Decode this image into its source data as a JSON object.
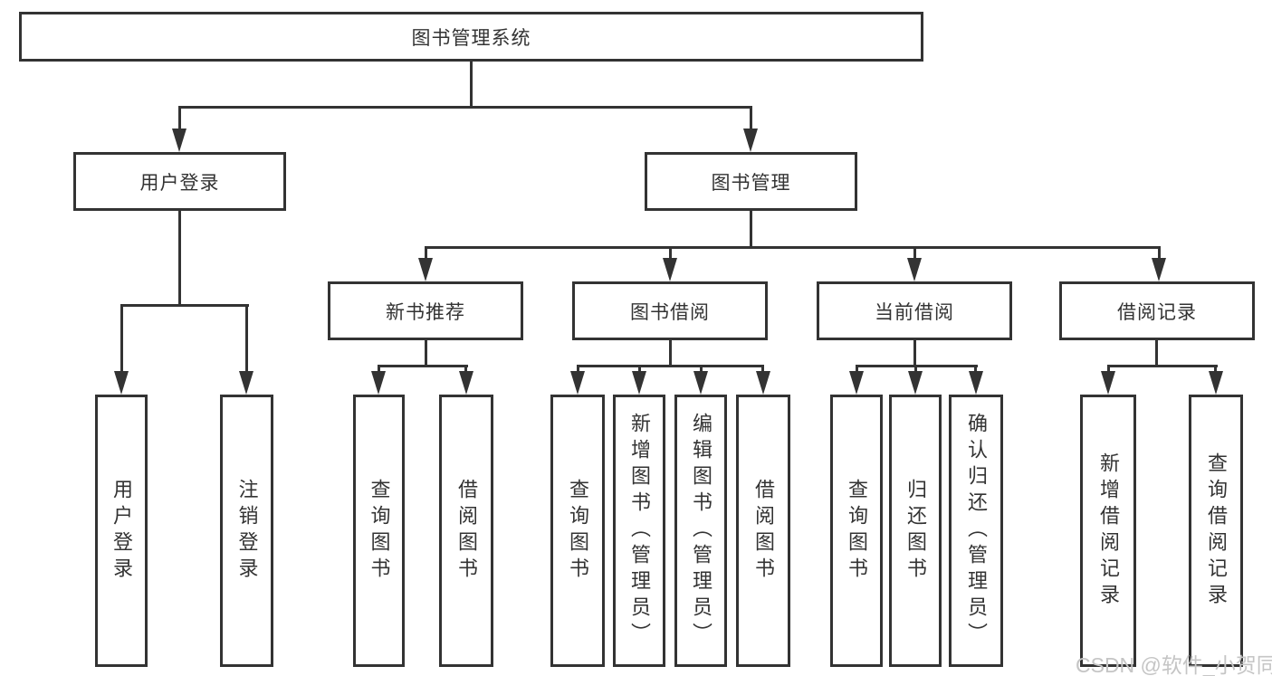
{
  "tree": {
    "root": {
      "label": "图书管理系统"
    },
    "branches": [
      {
        "label": "用户登录",
        "leaves": [
          "用户登录",
          "注销登录"
        ]
      },
      {
        "label": "图书管理",
        "groups": [
          {
            "label": "新书推荐",
            "leaves": [
              "查询图书",
              "借阅图书"
            ]
          },
          {
            "label": "图书借阅",
            "leaves": [
              "查询图书",
              "新增图书（管理员）",
              "编辑图书（管理员）",
              "借阅图书"
            ]
          },
          {
            "label": "当前借阅",
            "leaves": [
              "查询图书",
              "归还图书",
              "确认归还（管理员）"
            ]
          },
          {
            "label": "借阅记录",
            "leaves": [
              "新增借阅记录",
              "查询借阅记录"
            ]
          }
        ]
      }
    ]
  },
  "watermark": "CSDN @软件_小贺同学",
  "colors": {
    "line": "#333333",
    "text": "#333333",
    "background": "#ffffff",
    "watermark": "#c5c5c5"
  }
}
